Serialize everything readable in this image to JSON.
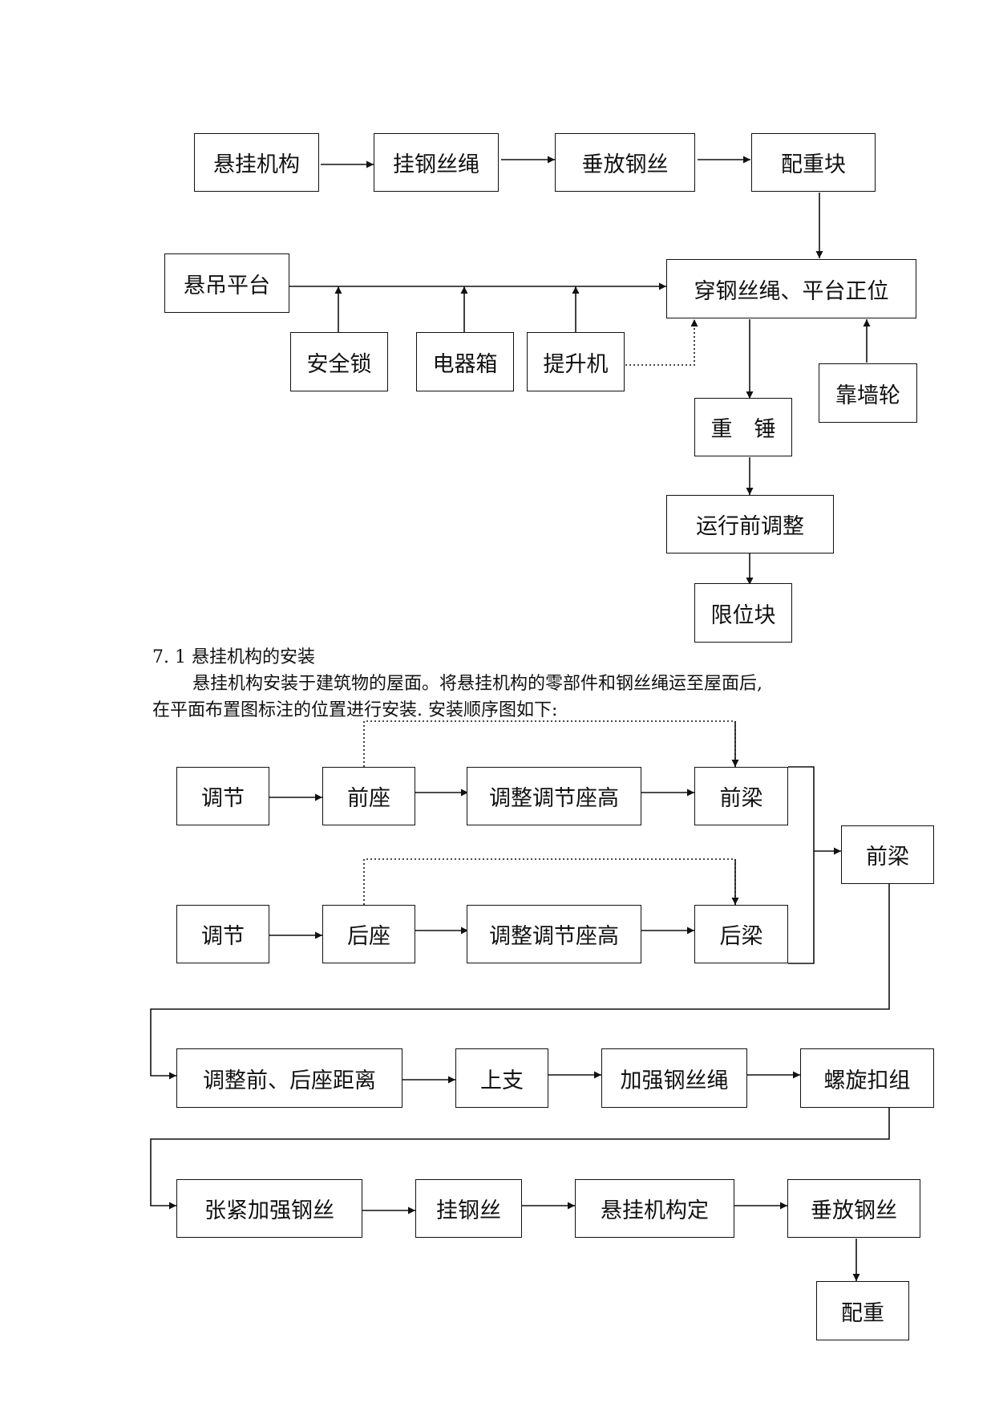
{
  "flow1": {
    "boxes": {
      "b1": "悬挂机构",
      "b2": "挂钢丝绳",
      "b3": "垂放钢丝",
      "b4": "配重块",
      "b5": "悬吊平台",
      "b6": "穿钢丝绳、平台正位",
      "b7": "安全锁",
      "b8": "电器箱",
      "b9": "提升机",
      "b10": "靠墙轮",
      "b11": "重　锤",
      "b12": "运行前调整",
      "b13": "限位块"
    }
  },
  "section": {
    "heading": "7. 1 悬挂机构的安装",
    "para_line1": "悬挂机构安装于建筑物的屋面。将悬挂机构的零部件和钢丝绳运至屋面后,",
    "para_line2": "在平面布置图标注的位置进行安装. 安装顺序图如下:"
  },
  "flow2": {
    "boxes": {
      "c1": "调节",
      "c2": "前座",
      "c3": "调整调节座高",
      "c4": "前梁",
      "c5": "前梁",
      "c6": "调节",
      "c7": "后座",
      "c8": "调整调节座高",
      "c9": "后梁",
      "c10": "调整前、后座距离",
      "c11": "上支",
      "c12": "加强钢丝绳",
      "c13": "螺旋扣组",
      "c14": "张紧加强钢丝",
      "c15": "挂钢丝",
      "c16": "悬挂机构定",
      "c17": "垂放钢丝",
      "c18": "配重"
    }
  }
}
